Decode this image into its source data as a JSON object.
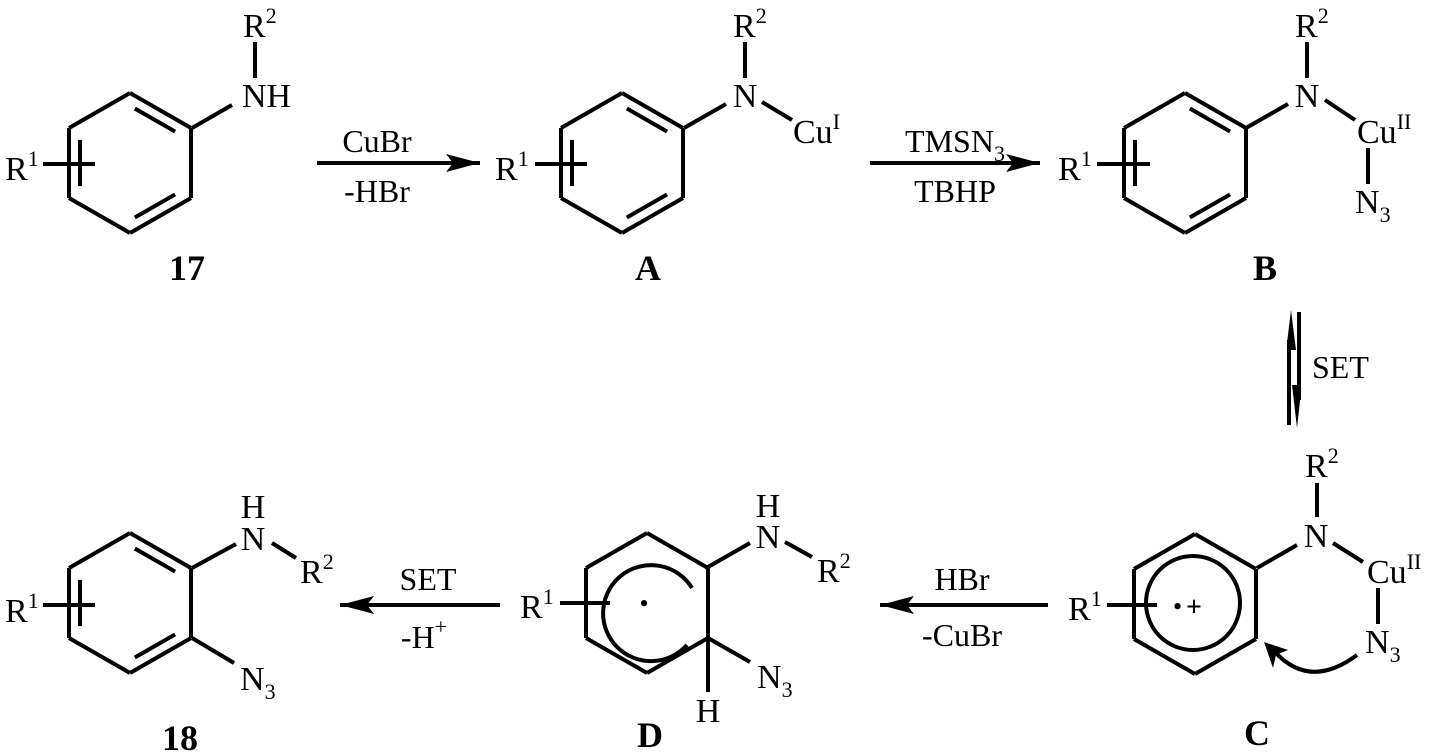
{
  "colors": {
    "ink": "#000000",
    "background": "#ffffff"
  },
  "compounds": {
    "c17": {
      "label": "17",
      "r1": {
        "text": "R",
        "sup": "1"
      },
      "r2": {
        "text": "R",
        "sup": "2"
      },
      "nitrogen": "NH"
    },
    "A": {
      "label": "A",
      "r1": {
        "text": "R",
        "sup": "1"
      },
      "r2": {
        "text": "R",
        "sup": "2"
      },
      "nitrogen": "N",
      "metal": {
        "text": "Cu",
        "sup": "I"
      }
    },
    "B": {
      "label": "B",
      "r1": {
        "text": "R",
        "sup": "1"
      },
      "r2": {
        "text": "R",
        "sup": "2"
      },
      "nitrogen": "N",
      "metal": {
        "text": "Cu",
        "sup": "II"
      },
      "azide": {
        "text": "N",
        "sub": "3"
      }
    },
    "C": {
      "label": "C",
      "r1": {
        "text": "R",
        "sup": "1"
      },
      "r2": {
        "text": "R",
        "sup": "2"
      },
      "nitrogen": "N",
      "metal": {
        "text": "Cu",
        "sup": "II"
      },
      "azide": {
        "text": "N",
        "sub": "3"
      },
      "radical_cation": {
        "dot": "•",
        "charge": "+"
      }
    },
    "D": {
      "label": "D",
      "r1": {
        "text": "R",
        "sup": "1"
      },
      "r2": {
        "text": "R",
        "sup": "2"
      },
      "nitrogen": "N",
      "nh_hydrogen": "H",
      "ring_hydrogen": "H",
      "azide": {
        "text": "N",
        "sub": "3"
      },
      "radical": "•"
    },
    "c18": {
      "label": "18",
      "r1": {
        "text": "R",
        "sup": "1"
      },
      "r2": {
        "text": "R",
        "sup": "2"
      },
      "nitrogen": "N",
      "nh_hydrogen": "H",
      "azide": {
        "text": "N",
        "sub": "3"
      }
    }
  },
  "arrows": {
    "step1": {
      "above": "CuBr",
      "below": "-HBr"
    },
    "step2": {
      "above": {
        "text": "TMSN",
        "sub": "3"
      },
      "below": "TBHP"
    },
    "step3": {
      "side": "SET",
      "type": "equilibrium"
    },
    "step4": {
      "above": "HBr",
      "below": "-CuBr"
    },
    "step5": {
      "above": "SET",
      "below": {
        "text": "-H",
        "sup": "+"
      }
    }
  }
}
